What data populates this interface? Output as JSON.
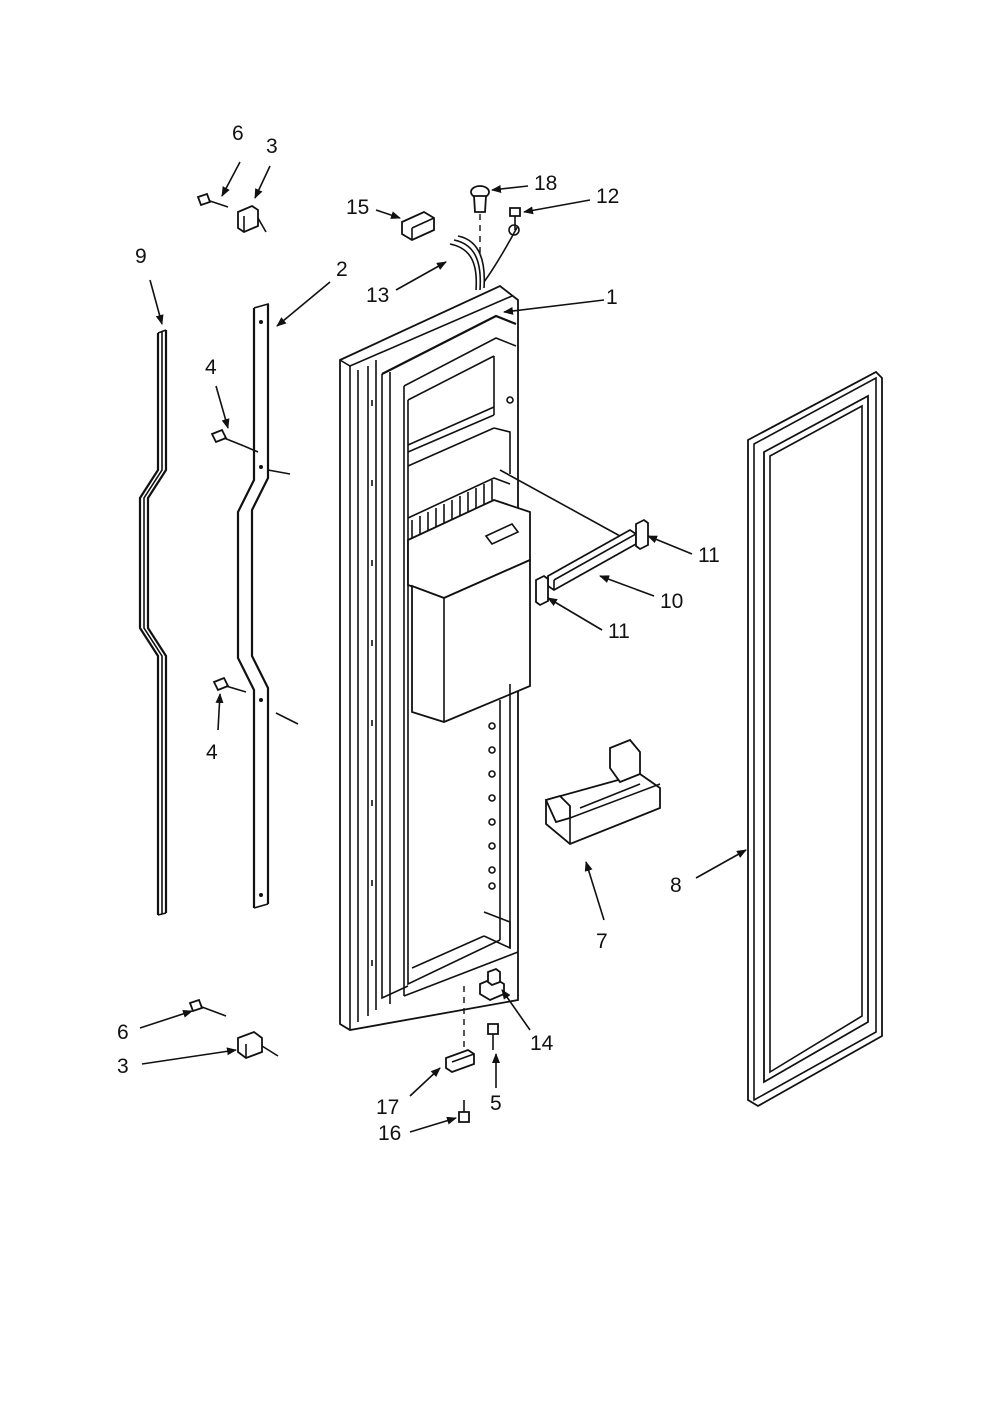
{
  "callouts": {
    "c1": "1",
    "c2": "2",
    "c3_top": "3",
    "c3_bottom": "3",
    "c4_upper": "4",
    "c4_lower": "4",
    "c5": "5",
    "c6_top": "6",
    "c6_bottom": "6",
    "c7": "7",
    "c8": "8",
    "c9": "9",
    "c10": "10",
    "c11_upper": "11",
    "c11_lower": "11",
    "c12": "12",
    "c13": "13",
    "c14": "14",
    "c15": "15",
    "c16": "16",
    "c17": "17",
    "c18": "18"
  }
}
